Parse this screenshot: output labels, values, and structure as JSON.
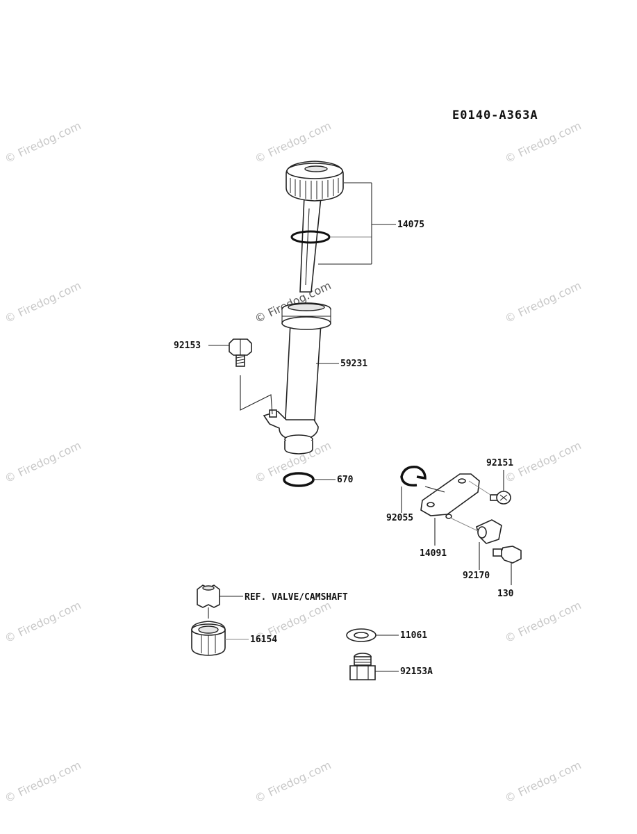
{
  "diagram_id": "E0140-A363A",
  "watermark_text": "© Firedog.com",
  "labels": {
    "p14075": "14075",
    "p59231": "59231",
    "p92153": "92153",
    "p670": "670",
    "p92151": "92151",
    "p92055": "92055",
    "p14091": "14091",
    "p92170": "92170",
    "p130": "130",
    "ref_valve": "REF. VALVE/CAMSHAFT",
    "p16154": "16154",
    "p11061": "11061",
    "p92153a": "92153A"
  }
}
